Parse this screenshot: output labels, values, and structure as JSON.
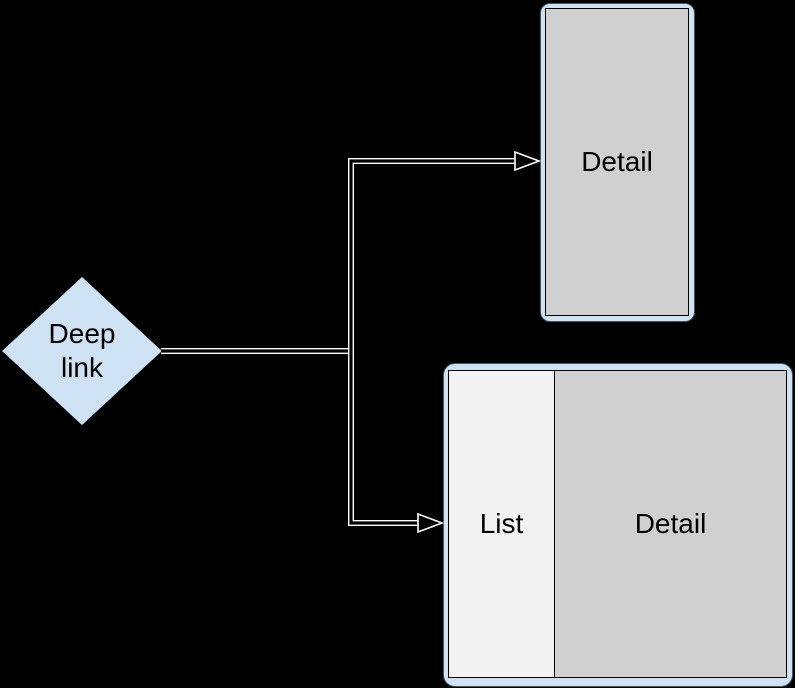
{
  "diagram_type": "flowchart",
  "colors": {
    "background": "#000000",
    "node_fill": "#cfe2f3",
    "screen_fill": "#d0d0d0",
    "list_fill": "#f2f2f2",
    "connector": "#ffffff",
    "text": "#000000",
    "shape_stroke": "#000000"
  },
  "nodes": {
    "deep_link": {
      "shape": "diamond",
      "label": "Deep link"
    },
    "phone": {
      "shape": "phone-frame",
      "label": "Detail"
    },
    "split": {
      "shape": "tablet-frame",
      "list": "List",
      "detail": "Detail"
    }
  },
  "edges": [
    {
      "from": "deep_link",
      "to": "phone",
      "style": "outlined-arrow"
    },
    {
      "from": "deep_link",
      "to": "split",
      "style": "outlined-arrow"
    }
  ]
}
